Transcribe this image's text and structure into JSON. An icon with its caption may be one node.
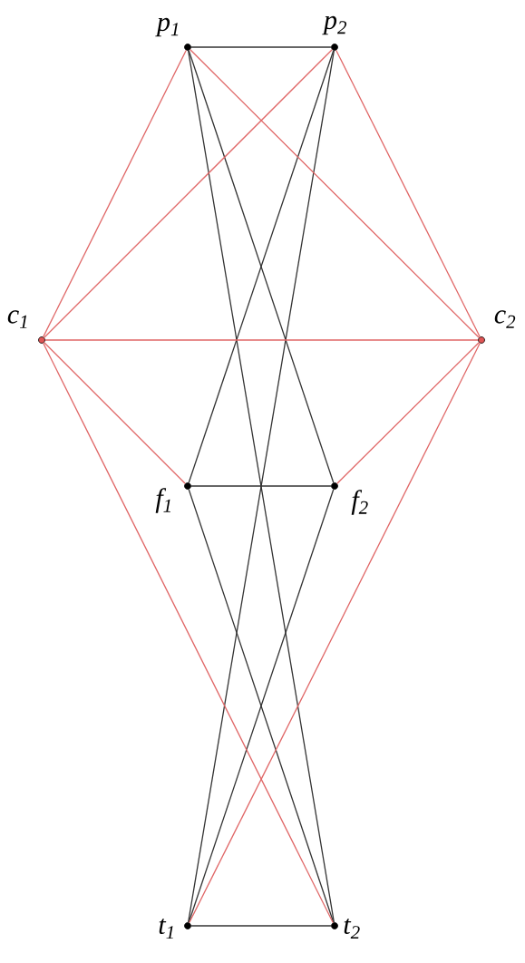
{
  "diagram": {
    "nodes": [
      {
        "text": [],
        "shape": "circle",
        "beside": [
          "p$_{1}$"
        ]
      },
      {
        "text": [],
        "shape": "circle",
        "beside": [
          "p$_{2}$"
        ]
      },
      {
        "text": [],
        "shape": "circle",
        "beside": [
          "c$_{1}$"
        ]
      },
      {
        "text": [],
        "shape": "circle",
        "beside": [
          "c$_{2}$"
        ]
      },
      {
        "text": [],
        "shape": "circle",
        "beside": [
          "f$_{1}$"
        ]
      },
      {
        "text": [],
        "shape": "circle",
        "beside": [
          "f$_{2}$"
        ]
      },
      {
        "text": [],
        "shape": "circle",
        "beside": [
          "t$_{1}$"
        ]
      },
      {
        "text": [],
        "shape": "circle",
        "beside": [
          "t$_{2}$"
        ]
      }
    ],
    "edges": [
      {
        "from": 0,
        "to": 1,
        "arrow": "none",
        "color": "#333333"
      },
      {
        "from": 0,
        "to": 5,
        "arrow": "none",
        "color": "#333333"
      },
      {
        "from": 0,
        "to": 7,
        "arrow": "none",
        "color": "#333333"
      },
      {
        "from": 1,
        "to": 4,
        "arrow": "none",
        "color": "#333333"
      },
      {
        "from": 1,
        "to": 6,
        "arrow": "none",
        "color": "#333333"
      },
      {
        "from": 4,
        "to": 5,
        "arrow": "none",
        "color": "#333333"
      },
      {
        "from": 6,
        "to": 5,
        "arrow": "none",
        "color": "#333333"
      },
      {
        "from": 6,
        "to": 7,
        "arrow": "none",
        "color": "#333333"
      },
      {
        "from": 4,
        "to": 7,
        "arrow": "none",
        "color": "#333333"
      },
      {
        "from": 2,
        "to": 0,
        "arrow": "none",
        "color": "#e06666"
      },
      {
        "from": 2,
        "to": 1,
        "arrow": "none",
        "color": "#e06666"
      },
      {
        "from": 2,
        "to": 3,
        "arrow": "none",
        "color": "#e06666"
      },
      {
        "from": 2,
        "to": 4,
        "arrow": "none",
        "color": "#e06666"
      },
      {
        "from": 2,
        "to": 7,
        "arrow": "none",
        "color": "#e06666"
      },
      {
        "from": 3,
        "to": 0,
        "arrow": "none",
        "color": "#e06666"
      },
      {
        "from": 3,
        "to": 1,
        "arrow": "none",
        "color": "#e06666"
      },
      {
        "from": 3,
        "to": 5,
        "arrow": "none",
        "color": "#e06666"
      },
      {
        "from": 3,
        "to": 6,
        "arrow": "none",
        "color": "#e06666"
      }
    ]
  }
}
